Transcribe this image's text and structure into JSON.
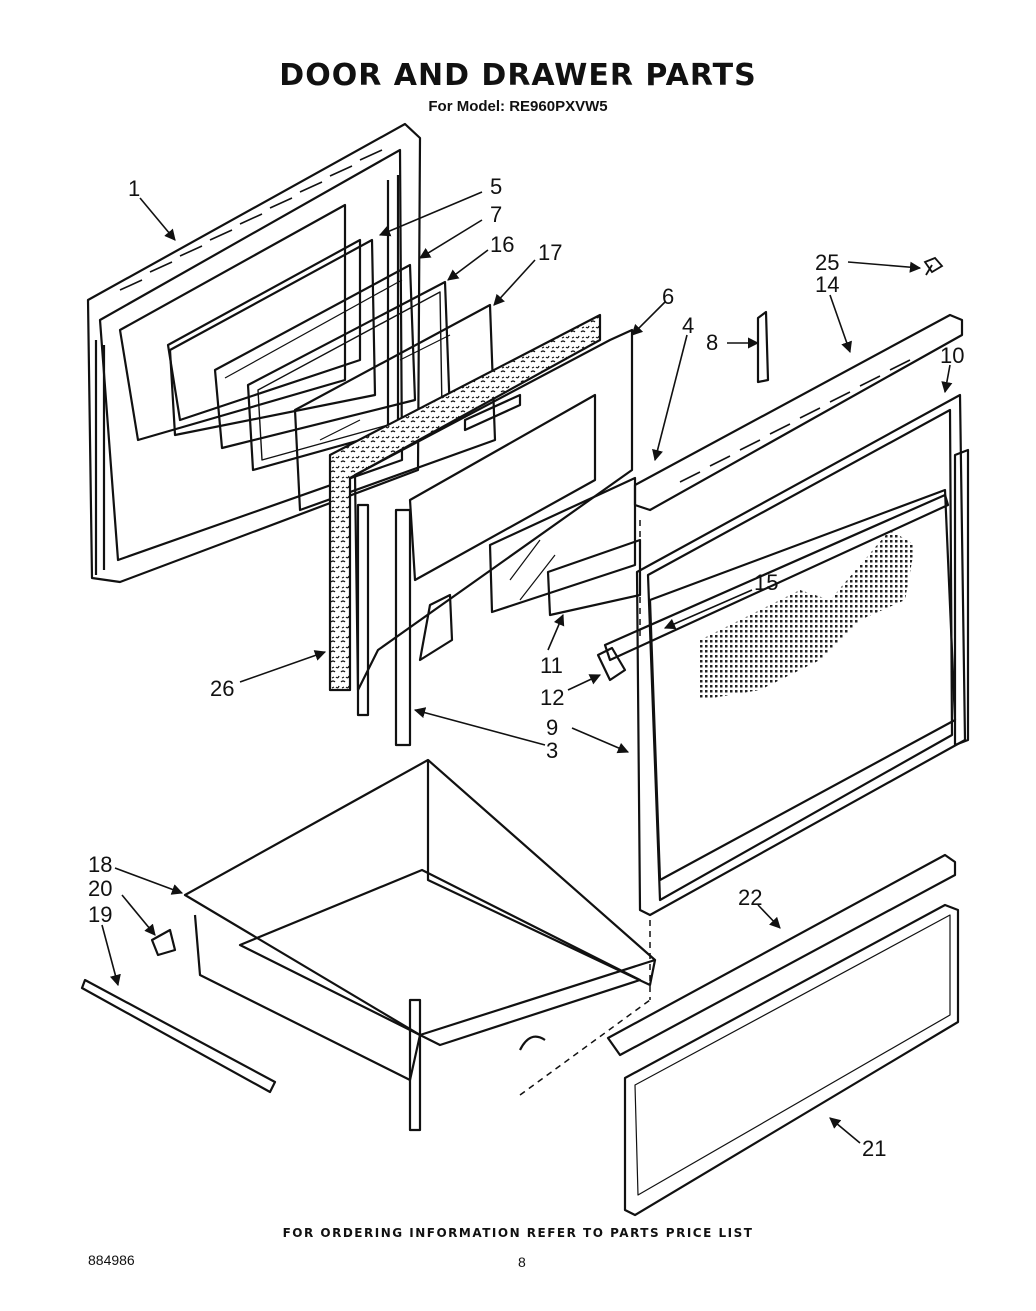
{
  "header": {
    "title": "DOOR AND DRAWER PARTS",
    "model": "For Model: RE960PXVW5"
  },
  "callouts": [
    "1",
    "5",
    "7",
    "16",
    "17",
    "6",
    "4",
    "8",
    "25",
    "14",
    "10",
    "15",
    "11",
    "12",
    "26",
    "9",
    "3",
    "18",
    "20",
    "19",
    "22",
    "21"
  ],
  "footer": {
    "ordering_note": "FOR ORDERING INFORMATION REFER TO PARTS PRICE LIST",
    "doc_code": "884986",
    "page": "8"
  },
  "colors": {
    "ink": "#111111",
    "paper": "#ffffff"
  }
}
